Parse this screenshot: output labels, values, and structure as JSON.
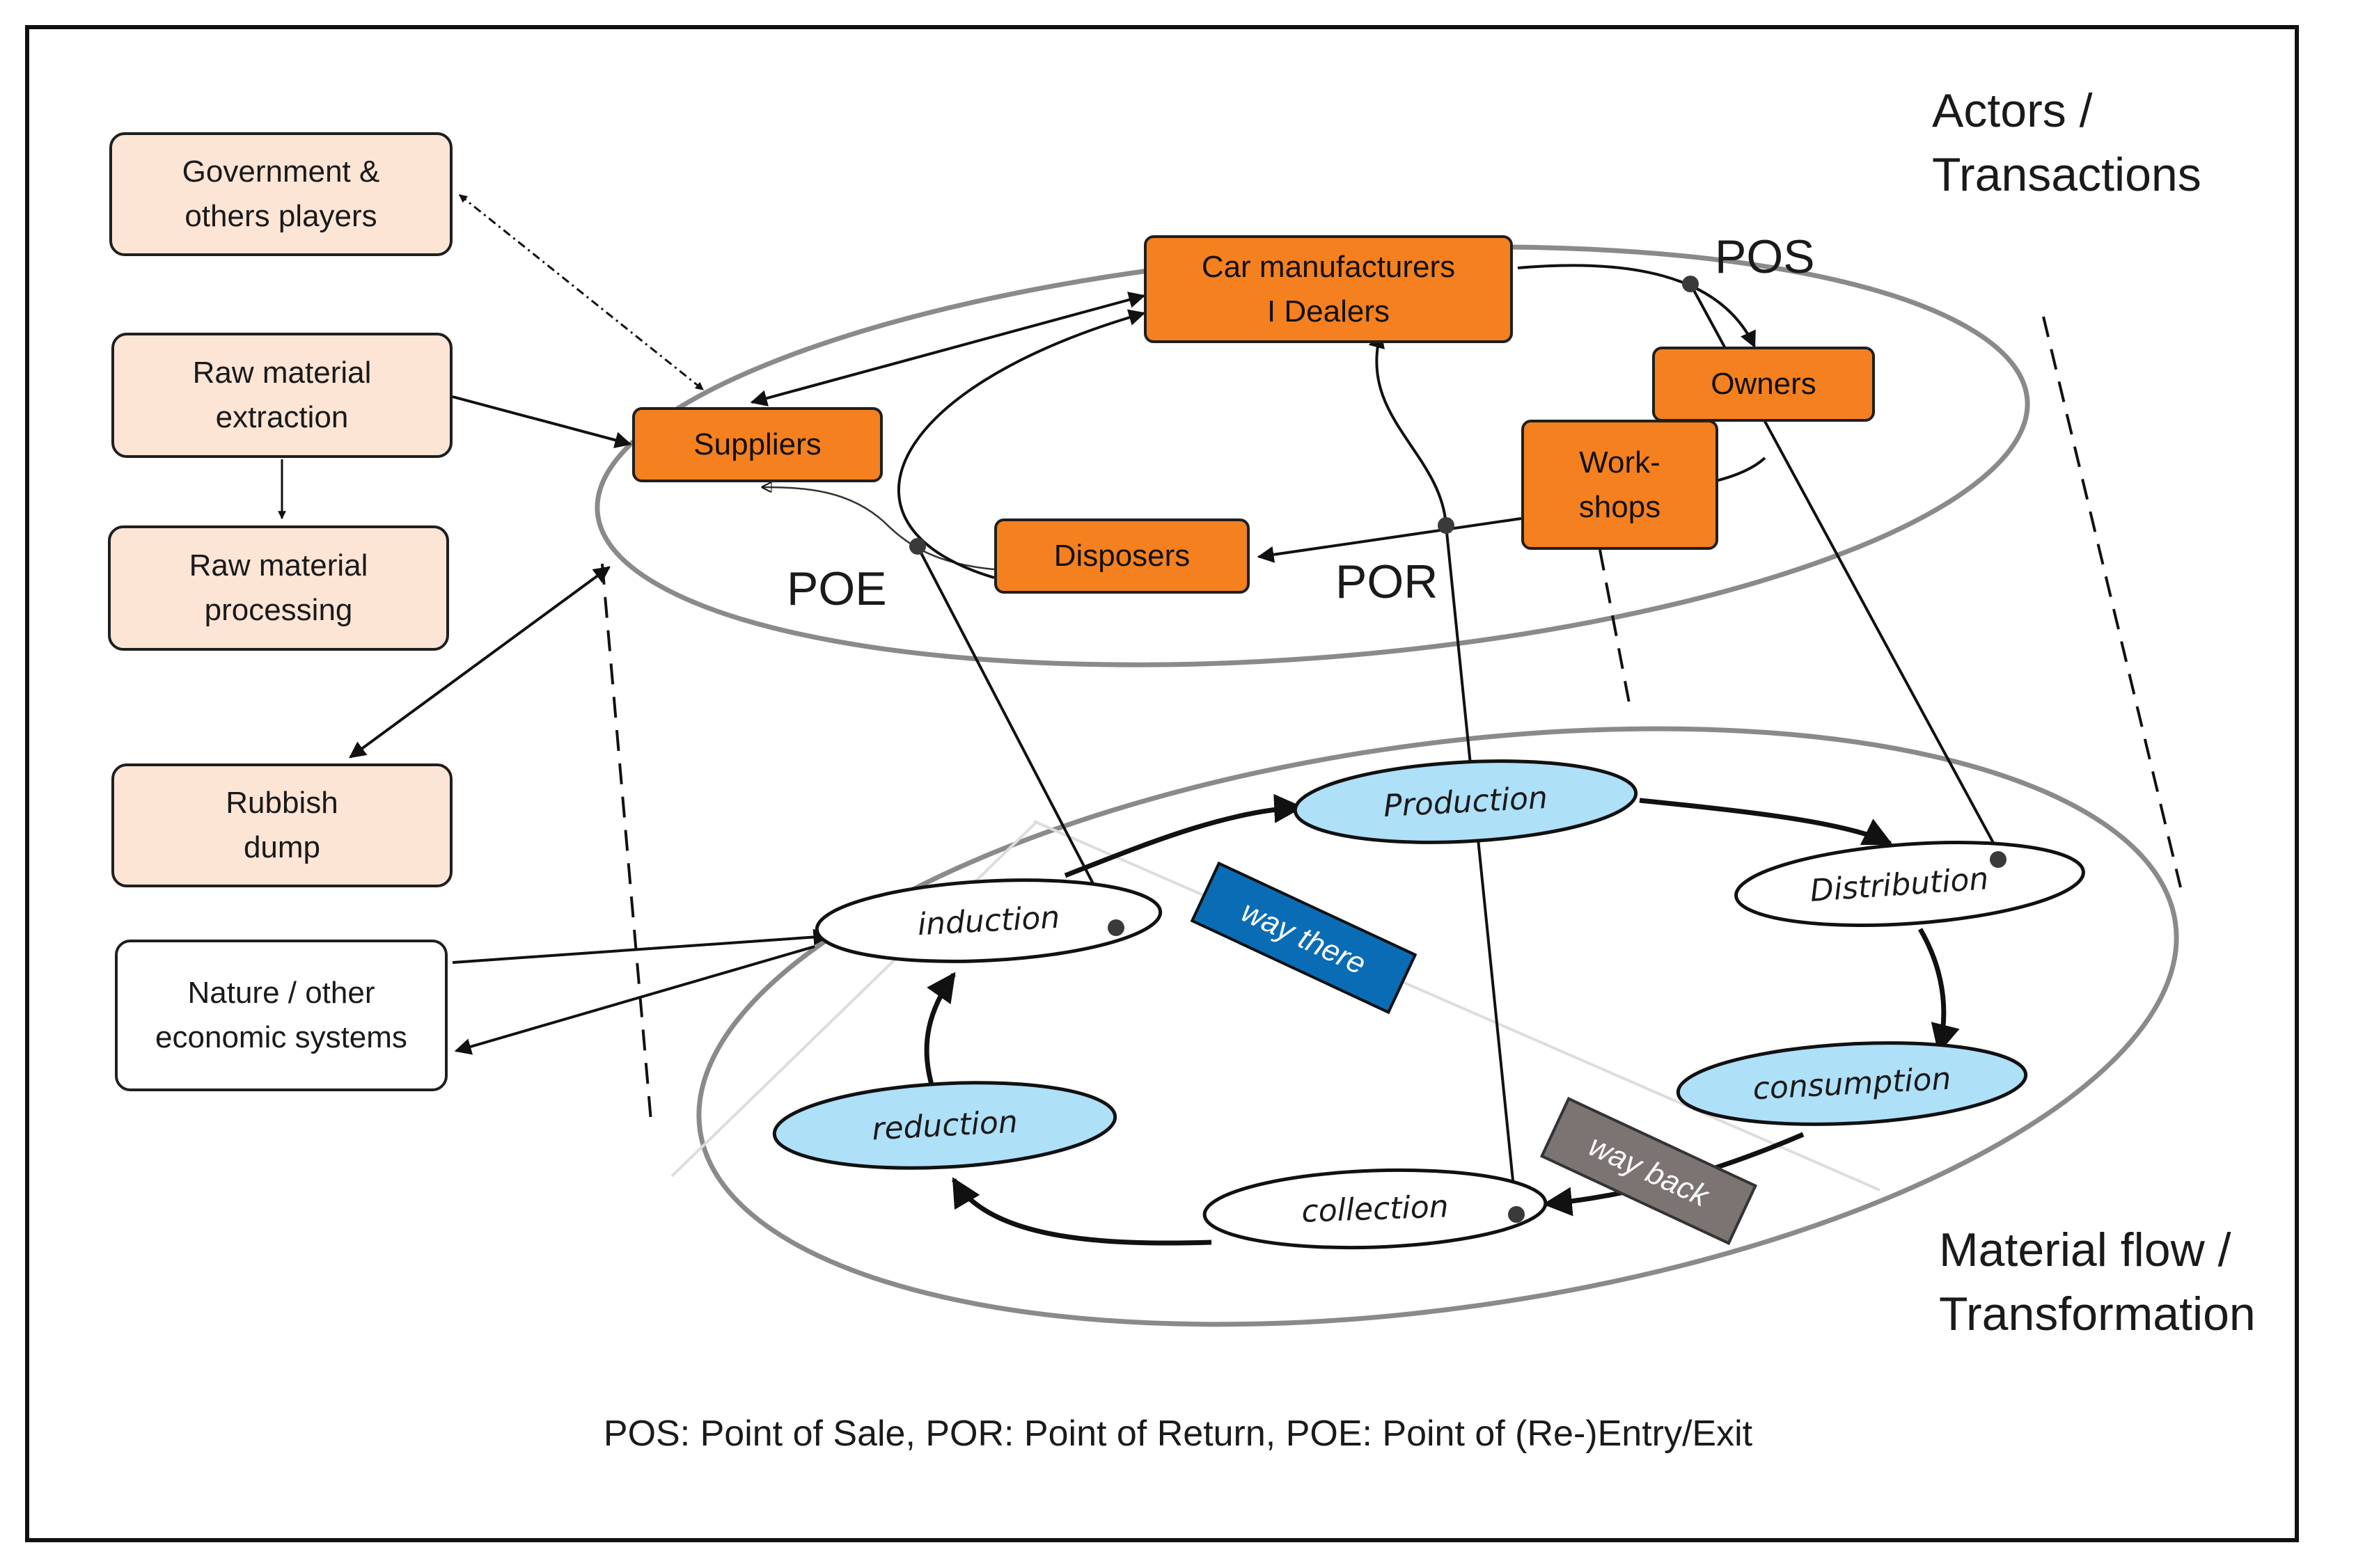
{
  "header": {
    "actors_title": "Actors /\nTransactions",
    "material_title": "Material flow /\nTransformation"
  },
  "external": {
    "government": "Government &\nothers players",
    "raw_extraction": "Raw material\nextraction",
    "raw_processing": "Raw material\nprocessing",
    "rubbish_dump": "Rubbish\ndump",
    "nature": "Nature / other\neconomic systems"
  },
  "actors": {
    "car_manufacturers": "Car manufacturers\nI Dealers",
    "suppliers": "Suppliers",
    "owners": "Owners",
    "workshops": "Work-\nshops",
    "disposers": "Disposers"
  },
  "points": {
    "pos": "POS",
    "poe": "POE",
    "por": "POR"
  },
  "flow": {
    "production": "Production",
    "distribution": "Distribution",
    "consumption": "consumption",
    "collection": "collection",
    "reduction": "reduction",
    "induction": "induction",
    "way_there": "way there",
    "way_back": "way back"
  },
  "footer": {
    "legend": "POS: Point of Sale, POR: Point of Return, POE: Point of (Re-)Entry/Exit"
  },
  "colors": {
    "actor_fill": "#f5801f",
    "external_fill": "#fde5d6",
    "stage_blue": "#aee0f8",
    "way_there": "#0a6cb5",
    "way_back": "#7b7472"
  }
}
